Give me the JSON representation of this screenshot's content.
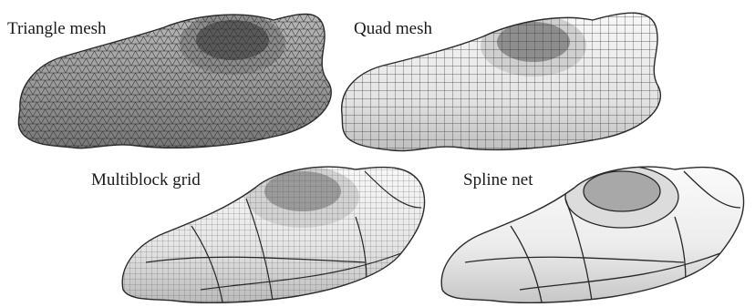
{
  "figure": {
    "panels": [
      {
        "id": "triangle",
        "label": "Triangle mesh",
        "mesh": "triangle"
      },
      {
        "id": "quad",
        "label": "Quad mesh",
        "mesh": "quad"
      },
      {
        "id": "multiblock",
        "label": "Multiblock grid",
        "mesh": "multiblock"
      },
      {
        "id": "spline",
        "label": "Spline net",
        "mesh": "spline"
      }
    ]
  },
  "colors": {
    "surface_light": "#f2f2f2",
    "surface_mid": "#d6d6d6",
    "surface_dark": "#8a8a8a",
    "mesh_line": "#3a3a3a",
    "label_text": "#1a1a1a"
  }
}
